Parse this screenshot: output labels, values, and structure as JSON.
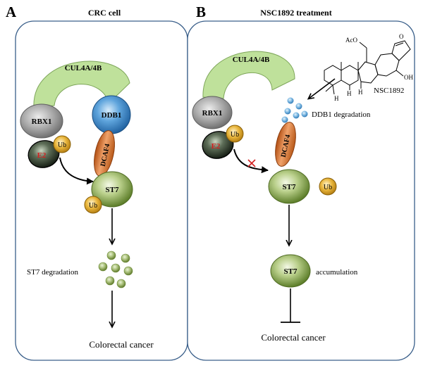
{
  "panel_a": {
    "letter": "A",
    "title": "CRC cell",
    "cul4": "CUL4A/4B",
    "rbx1": "RBX1",
    "ddb1": "DDB1",
    "e2": "E2",
    "ub_e2": "Ub",
    "dcaf4": "DCAF4",
    "st7": "ST7",
    "ub_free": "Ub",
    "degradation": "ST7 degradation",
    "outcome": "Colorectal cancer"
  },
  "panel_b": {
    "letter": "B",
    "title": "NSC1892 treatment",
    "cul4": "CUL4A/4B",
    "rbx1": "RBX1",
    "e2": "E2",
    "ub_e2": "Ub",
    "dcaf4": "DCAF4",
    "ddb1_degradation": "DDB1 degradation",
    "st7": "ST7",
    "ub_free": "Ub",
    "st7_accum": "ST7",
    "accumulation": "accumulation",
    "outcome": "Colorectal cancer",
    "compound": {
      "name": "NSC1892",
      "ac": "AcO",
      "oh": "OH",
      "h1": "H",
      "h2": "H",
      "h3": "H"
    }
  },
  "colors": {
    "panel_border": "#3a5f8a",
    "cul_green": "#b9dc94",
    "ddb1_blue": "#3c86c6",
    "rbx_gray": "#8e8e8e",
    "e2_dark": "#2e3d2a",
    "ub_yellow": "#e3aa2a",
    "dcaf_orange": "#d6702e",
    "st7_green": "#72923c",
    "inhibit_red": "#d22020"
  }
}
